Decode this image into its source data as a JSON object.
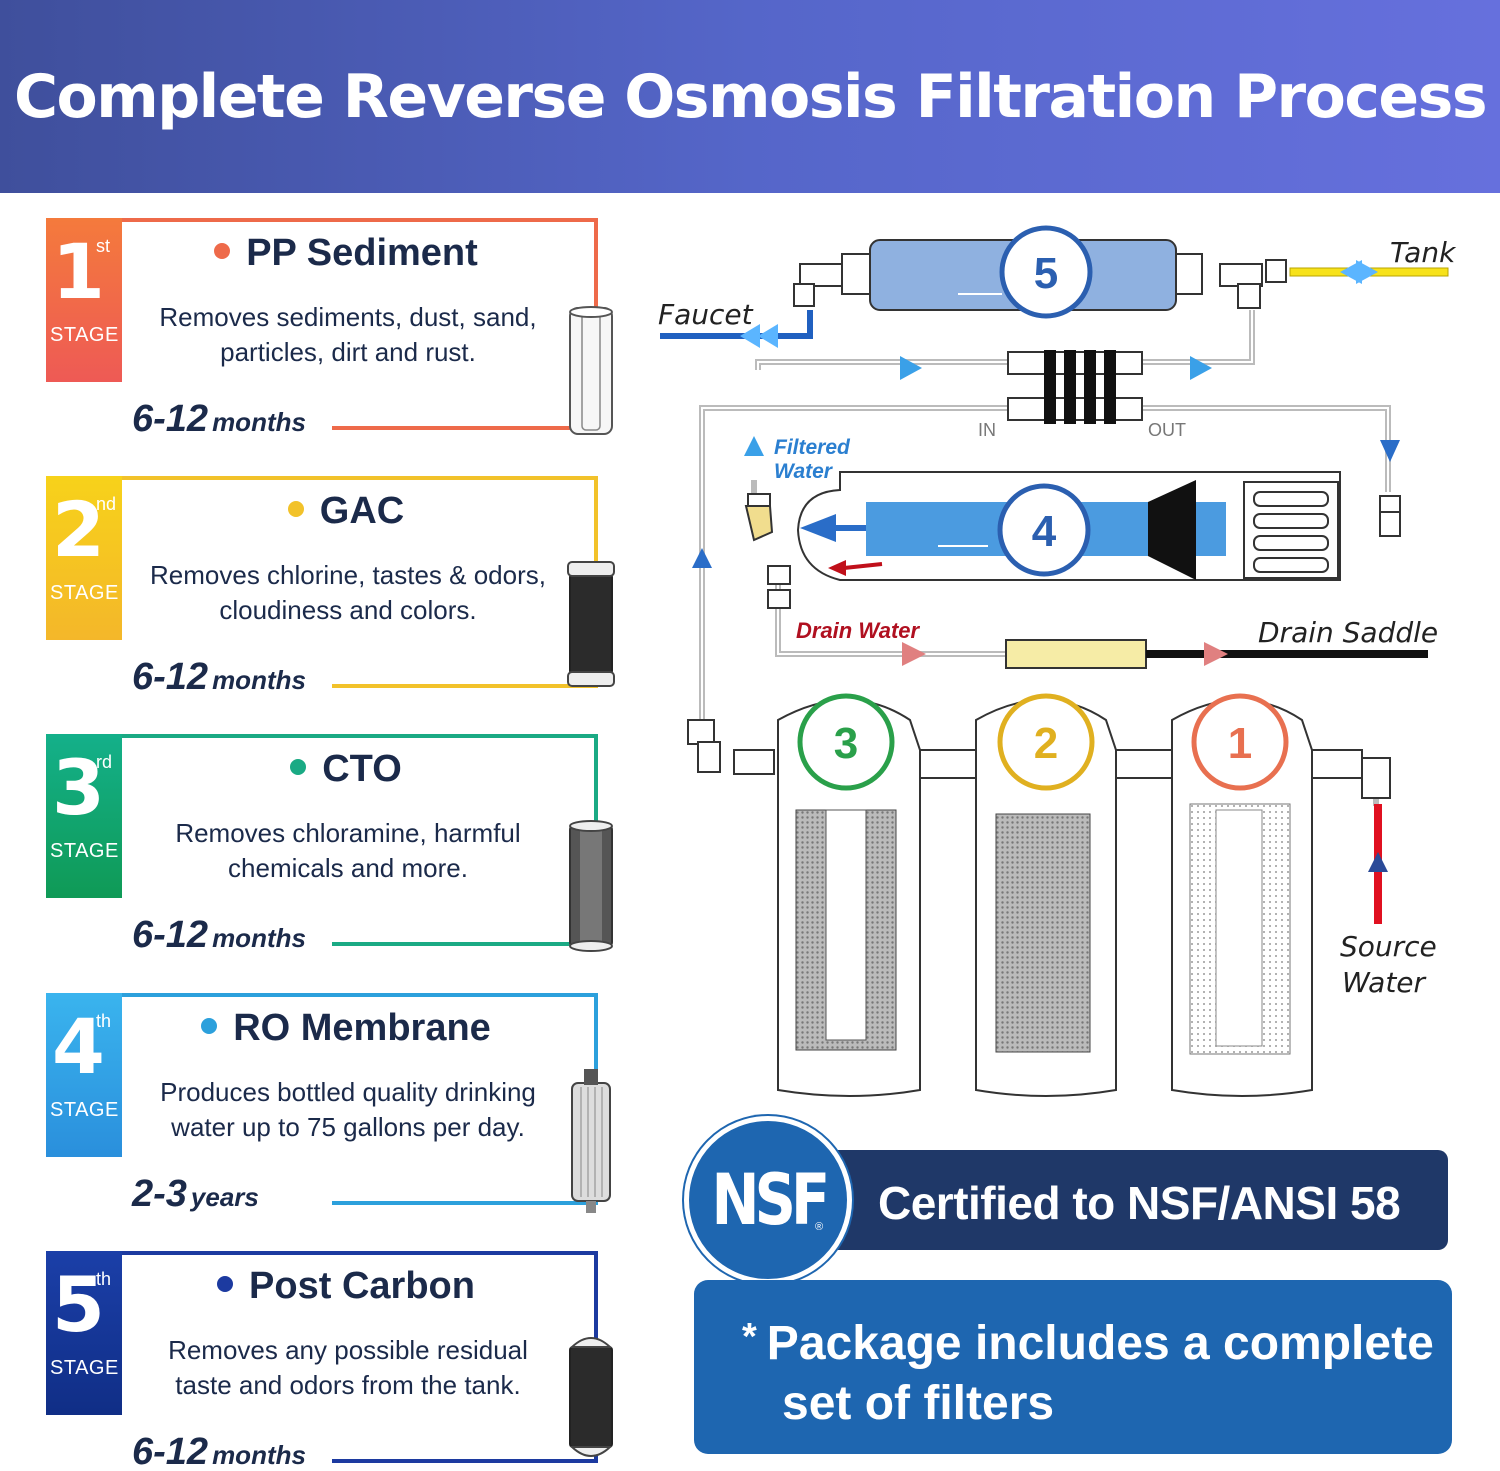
{
  "header": {
    "title": "Complete Reverse Osmosis Filtration Process"
  },
  "stages": [
    {
      "number": "1",
      "ordinal": "st",
      "label": "STAGE",
      "title": "PP Sediment",
      "description": "Removes sediments, dust, sand, particles, dirt and rust.",
      "life_value": "6-12",
      "life_unit": "months",
      "color": "#ee6a4a"
    },
    {
      "number": "2",
      "ordinal": "nd",
      "label": "STAGE",
      "title": "GAC",
      "description": "Removes chlorine, tastes & odors, cloudiness and colors.",
      "life_value": "6-12",
      "life_unit": "months",
      "color": "#f2c22a"
    },
    {
      "number": "3",
      "ordinal": "rd",
      "label": "STAGE",
      "title": "CTO",
      "description": "Removes chloramine, harmful chemicals and more.",
      "life_value": "6-12",
      "life_unit": "months",
      "color": "#1aaa84"
    },
    {
      "number": "4",
      "ordinal": "th",
      "label": "STAGE",
      "title": "RO Membrane",
      "description": "Produces bottled quality drinking water up to 75 gallons per day.",
      "life_value": "2-3",
      "life_unit": "years",
      "color": "#2ca0dc"
    },
    {
      "number": "5",
      "ordinal": "th",
      "label": "STAGE",
      "title": "Post Carbon",
      "description": "Removes any possible residual taste and odors from the tank.",
      "life_value": "6-12",
      "life_unit": "months",
      "color": "#1c3aa0"
    }
  ],
  "diagram": {
    "tank": "Tank",
    "faucet": "Faucet",
    "filtered_1": "Filtered",
    "filtered_2": "Water",
    "in": "IN",
    "out": "OUT",
    "drain_water": "Drain Water",
    "drain_saddle": "Drain Saddle",
    "source_1": "Source",
    "source_2": "Water",
    "n1": "1",
    "n2": "2",
    "n3": "3",
    "n4": "4",
    "n5": "5"
  },
  "nsf": {
    "logo": "NSF",
    "reg": "®",
    "certified": "Certified to NSF/ANSI 58"
  },
  "package": {
    "star": "*",
    "line1": "Package includes a complete",
    "line2": "set of filters"
  }
}
